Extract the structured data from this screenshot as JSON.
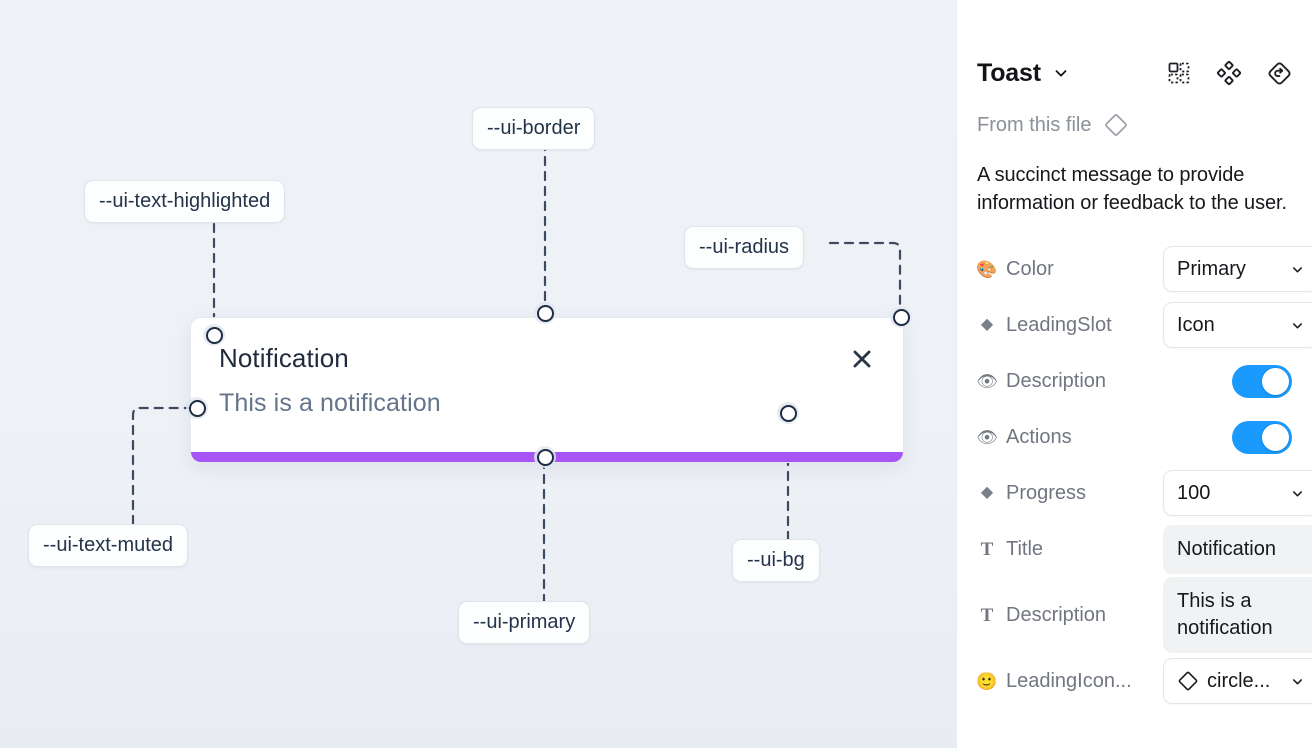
{
  "canvas": {
    "tokens": [
      {
        "id": "ui-border",
        "label": "--ui-border"
      },
      {
        "id": "ui-text-highlighted",
        "label": "--ui-text-highlighted"
      },
      {
        "id": "ui-radius",
        "label": "--ui-radius"
      },
      {
        "id": "ui-text-muted",
        "label": "--ui-text-muted"
      },
      {
        "id": "ui-bg",
        "label": "--ui-bg"
      },
      {
        "id": "ui-primary",
        "label": "--ui-primary"
      }
    ]
  },
  "toast": {
    "title": "Notification",
    "description": "This is a notification",
    "close_icon": "close-icon",
    "progress_color": "#a855f7",
    "progress_value": 100
  },
  "panel": {
    "title": "Toast",
    "from_file_label": "From this file",
    "description": "A succinct message to provide information or feedback to the user.",
    "header_icons": [
      {
        "name": "variants-icon"
      },
      {
        "name": "component-dots-icon"
      },
      {
        "name": "reset-instance-icon"
      }
    ],
    "properties": [
      {
        "name": "Color",
        "icon": "palette-icon",
        "icon_glyph": "🎨",
        "type": "select",
        "value": "Primary"
      },
      {
        "name": "LeadingSlot",
        "icon": "diamond-icon",
        "icon_glyph": "◆",
        "type": "select",
        "value": "Icon"
      },
      {
        "name": "Description",
        "icon": "eye-icon",
        "icon_glyph": "👁",
        "type": "toggle",
        "value": "on"
      },
      {
        "name": "Actions",
        "icon": "eye-icon",
        "icon_glyph": "👁",
        "type": "toggle",
        "value": "on"
      },
      {
        "name": "Progress",
        "icon": "diamond-icon",
        "icon_glyph": "◆",
        "type": "select",
        "value": "100"
      },
      {
        "name": "Title",
        "icon": "text-icon",
        "icon_glyph": "T",
        "type": "text",
        "value": "Notification"
      },
      {
        "name": "Description",
        "icon": "text-icon",
        "icon_glyph": "T",
        "type": "text",
        "value": "This is a notification"
      },
      {
        "name": "LeadingIcon...",
        "icon": "emoji-icon",
        "icon_glyph": "🙂",
        "type": "icon-select",
        "value": "circle..."
      }
    ]
  },
  "colors": {
    "canvas_bg": "#eef2f7",
    "primary": "#a855f7",
    "toggle_on": "#1a9afc",
    "text_highlighted": "#1f2a3d",
    "text_muted": "#64748b",
    "border": "#e4e9f0"
  }
}
